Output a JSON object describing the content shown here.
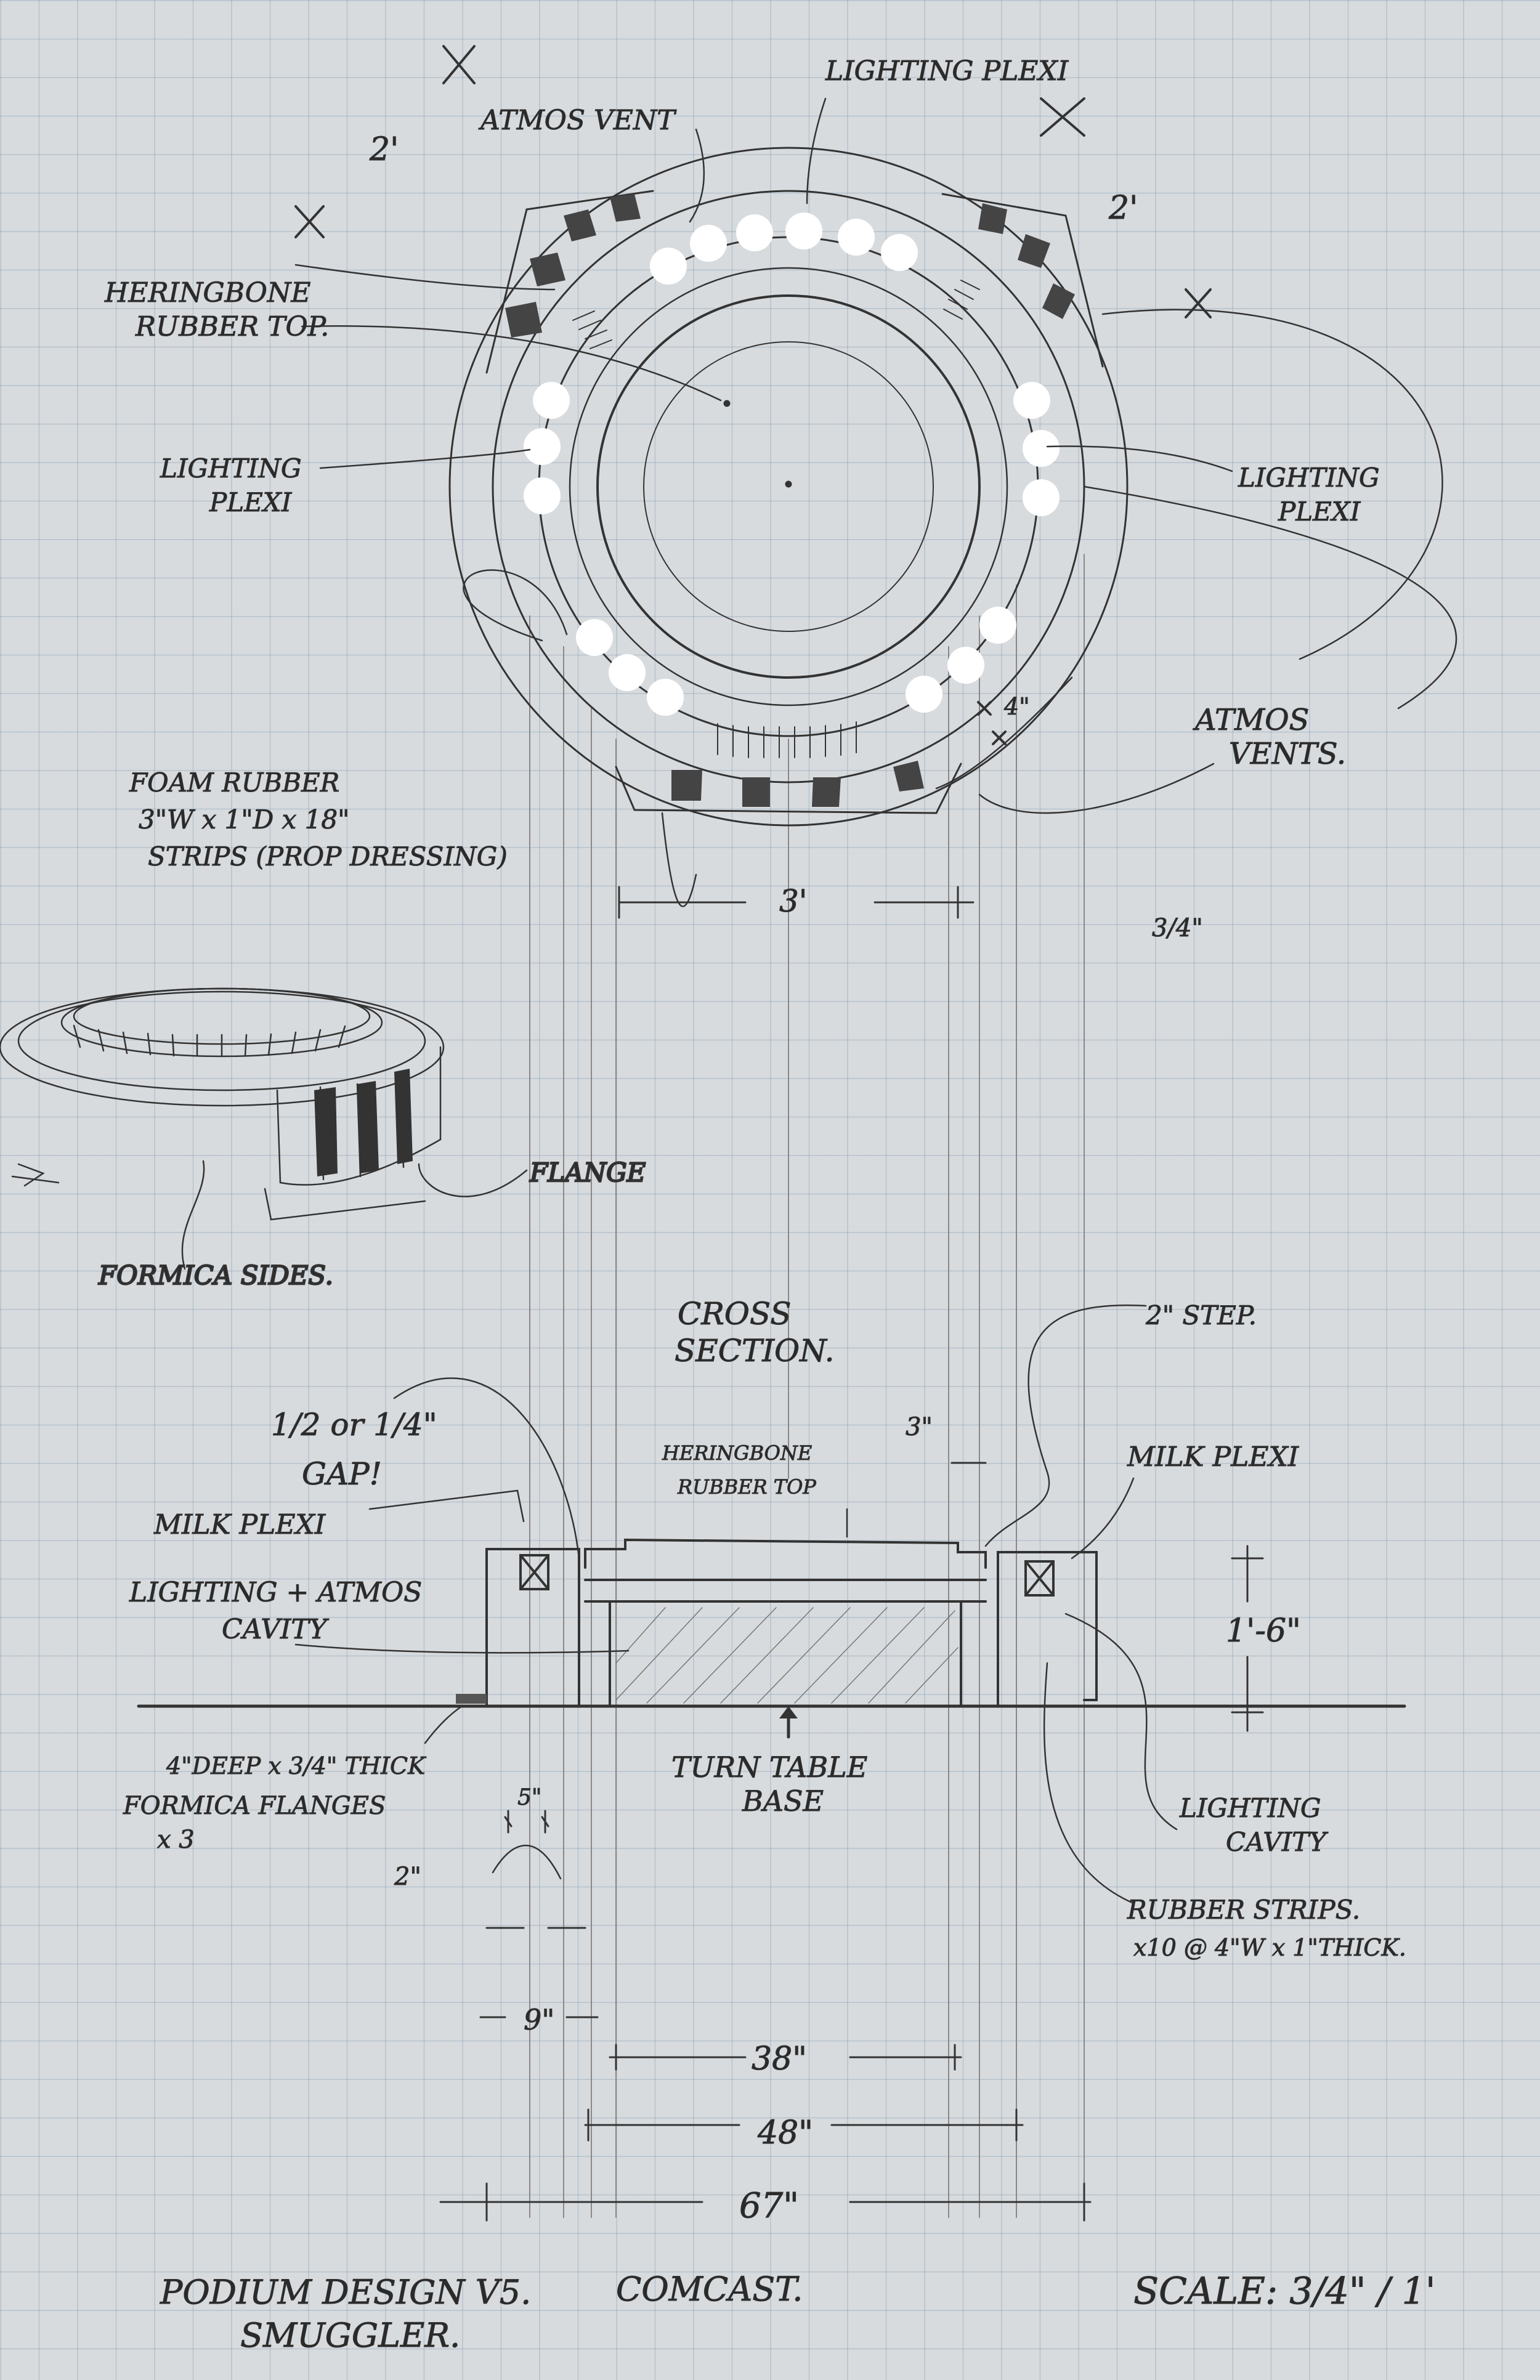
{
  "plan": {
    "lighting_plexi_top": "LIGHTING PLEXI",
    "atmos_vent": "ATMOS VENT",
    "dim_2ft_left": "2'",
    "dim_2ft_right": "2'",
    "herringbone_line1": "HERINGBONE",
    "herringbone_line2": "RUBBER TOP.",
    "lighting_plexi_left_1": "LIGHTING",
    "lighting_plexi_left_2": "PLEXI",
    "lighting_plexi_right_1": "LIGHTING",
    "lighting_plexi_right_2": "PLEXI",
    "dim_4in": "4\"",
    "atmos_vents_1": "ATMOS",
    "atmos_vents_2": "VENTS.",
    "foam_1": "FOAM RUBBER",
    "foam_2": "3\"W x 1\"D x 18\"",
    "foam_3": "STRIPS (PROP DRESSING)",
    "dim_3ft": "3'",
    "dim_3_4": "3/4\""
  },
  "perspective": {
    "flange": "FLANGE",
    "formica_sides": "FORMICA SIDES."
  },
  "section": {
    "title_1": "CROSS",
    "title_2": "SECTION.",
    "step": "2\" STEP.",
    "gap_1": "1/2 or 1/4\"",
    "gap_2": "GAP!",
    "milk_plexi_left": "MILK PLEXI",
    "herringbone_1": "HERINGBONE",
    "herringbone_2": "RUBBER TOP",
    "dim_3in": "3\"",
    "milk_plexi_right": "MILK PLEXI",
    "cavity_1": "LIGHTING + ATMOS",
    "cavity_2": "CAVITY",
    "height": "1'-6\"",
    "flanges_1": "4\"DEEP x 3/4\" THICK",
    "flanges_2": "FORMICA FLANGES",
    "flanges_3": "x 3",
    "turntable_1": "TURN TABLE",
    "turntable_2": "BASE",
    "lighting_cavity_1": "LIGHTING",
    "lighting_cavity_2": "CAVITY",
    "rubber_1": "RUBBER STRIPS.",
    "rubber_2": "x10 @ 4\"W x 1\"THICK.",
    "dim_5in": "5\"",
    "dim_2in": "2\"",
    "dim_9in": "9\"",
    "dim_38": "38\"",
    "dim_48": "48\"",
    "dim_67": "67\""
  },
  "title_block": {
    "title": "PODIUM DESIGN V5.",
    "subtitle": "SMUGGLER.",
    "client": "COMCAST.",
    "scale": "SCALE: 3/4\" / 1'"
  }
}
